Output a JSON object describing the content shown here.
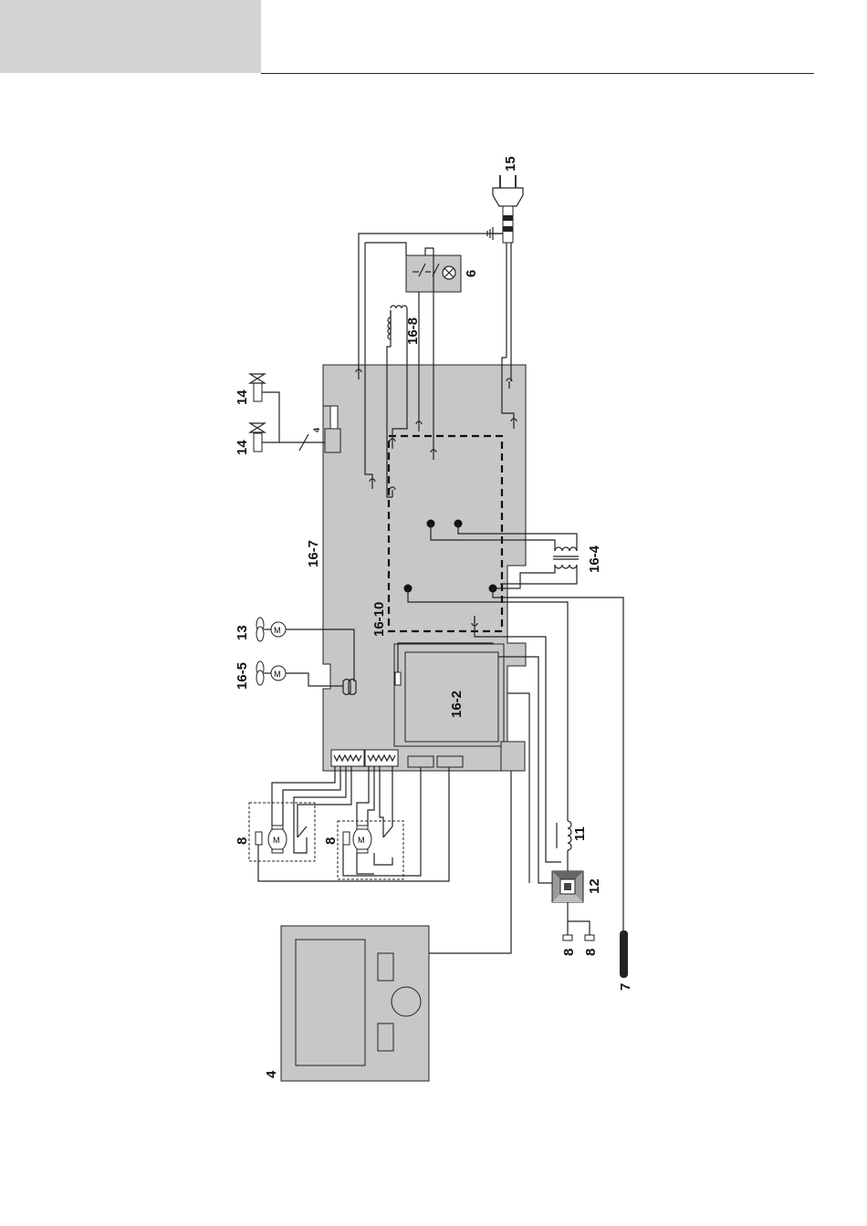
{
  "diagram": {
    "colors": {
      "board": "#c7c7c7",
      "wire": "#222222",
      "header_tab": "#d4d4d4"
    },
    "labels": {
      "plug": "15",
      "lamp_switch": "6",
      "coil_16_8": "16-8",
      "valve_a": "14",
      "valve_b": "14",
      "valve_wire_gauge": "4",
      "main_board": "16-7",
      "sub_board": "16-10",
      "transformer": "16-4",
      "fan_a": "13",
      "fan_b": "16-5",
      "power_module": "16-2",
      "motor_a": "8",
      "motor_b": "8",
      "inductor": "11",
      "pressure_switch": "12",
      "electrode_a": "8",
      "electrode_b": "8",
      "probe": "7",
      "control_panel": "4"
    },
    "icons": {
      "ground": "ground-icon",
      "lamp": "lamp-icon",
      "valve": "valve-icon",
      "fan": "fan-icon",
      "motor": "motor-icon"
    }
  }
}
